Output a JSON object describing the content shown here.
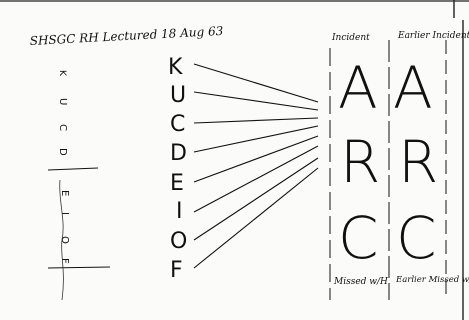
{
  "document": {
    "header_note": "SHSGC RH Lectured 18 Aug 63",
    "left_column_letters": [
      "K",
      "U",
      "C",
      "D",
      "E",
      "I",
      "O",
      "F"
    ],
    "columns": {
      "incident": {
        "label": "Incident",
        "letters": [
          "A",
          "R",
          "C"
        ],
        "footer_label": "Missed w/H"
      },
      "earlier_incident": {
        "label": "Earlier Incident",
        "letters": [
          "A",
          "R",
          "C"
        ],
        "footer_label": "Earlier Missed w/H"
      }
    },
    "side_marks": [
      "K",
      "U",
      "C",
      "D",
      "E",
      "I",
      "O",
      "F"
    ]
  },
  "colors": {
    "ink": "#111111",
    "paper": "#fbfbf9"
  }
}
